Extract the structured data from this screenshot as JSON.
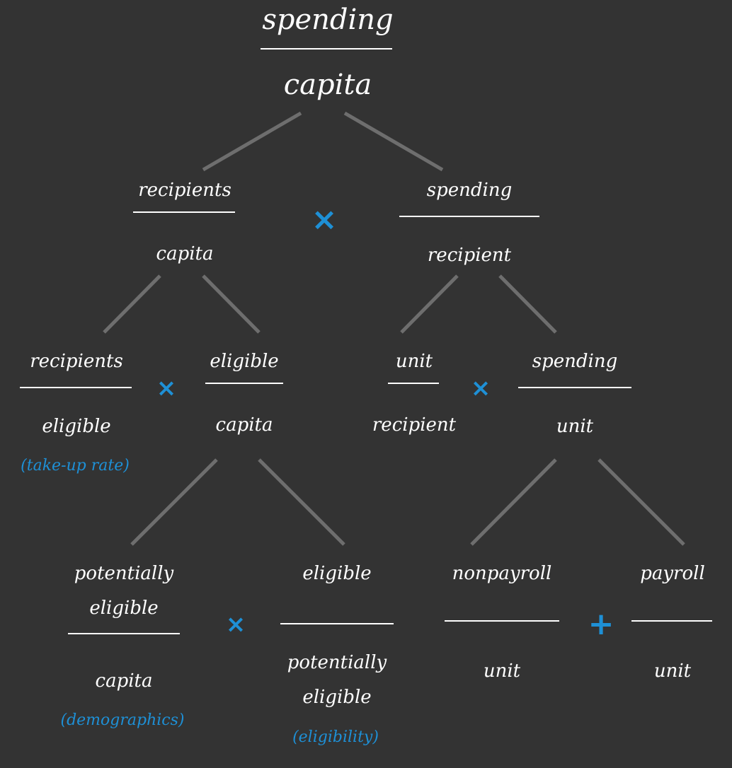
{
  "colors": {
    "background": "#333333",
    "text": "#ffffff",
    "accent": "#1e90d6",
    "edge": "#6e6e6e"
  },
  "root": {
    "numerator": "spending",
    "denominator": "capita"
  },
  "level1": {
    "left": {
      "numerator": "recipients",
      "denominator": "capita"
    },
    "operator": "×",
    "right": {
      "numerator": "spending",
      "denominator": "recipient"
    }
  },
  "level2": {
    "take_up": {
      "numerator": "recipients",
      "denominator": "eligible",
      "note": "(take-up rate)"
    },
    "op_left": "×",
    "eligible_per_capita": {
      "numerator": "eligible",
      "denominator": "capita"
    },
    "units": {
      "numerator": "unit",
      "denominator": "recipient"
    },
    "op_right": "×",
    "spending_per_unit": {
      "numerator": "spending",
      "denominator": "unit"
    }
  },
  "level3": {
    "demographics": {
      "numerator_line1": "potentially",
      "numerator_line2": "eligible",
      "denominator": "capita",
      "note": "(demographics)"
    },
    "op_left": "×",
    "eligibility": {
      "numerator": "eligible",
      "denominator_line1": "potentially",
      "denominator_line2": "eligible",
      "note": "(eligibility)"
    },
    "nonpayroll": {
      "numerator": "nonpayroll",
      "denominator": "unit"
    },
    "op_right": "+",
    "payroll": {
      "numerator": "payroll",
      "denominator": "unit"
    }
  }
}
